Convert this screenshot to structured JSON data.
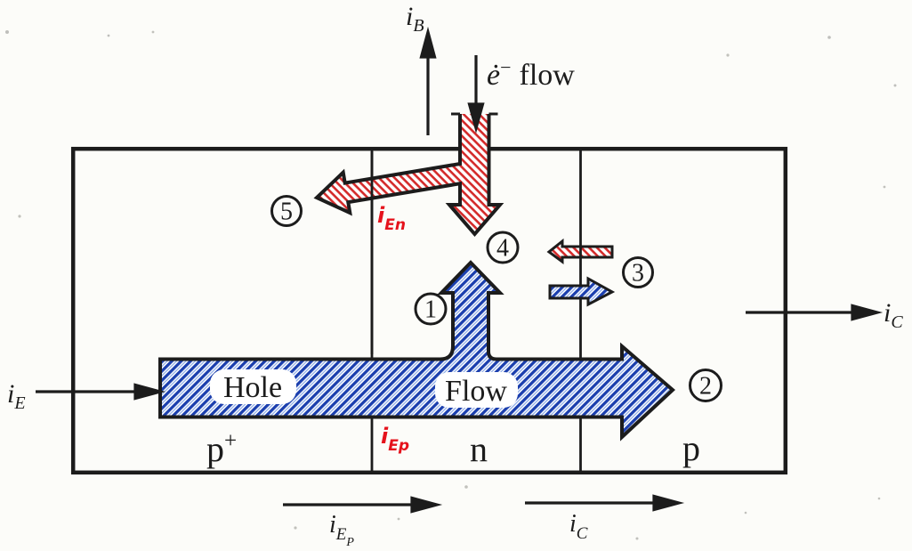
{
  "colors": {
    "ink": "#1c1c1c",
    "blue": "#1b3fae",
    "blue_light": "#6d93e0",
    "red": "#d42a2a",
    "handwriting_red": "#e5121c",
    "background": "#fcfcf9",
    "white": "#ffffff"
  },
  "terminal_labels": {
    "i_b": {
      "base": "i",
      "sub": "B"
    },
    "i_e": {
      "base": "i",
      "sub": "E"
    },
    "i_c": {
      "base": "i",
      "sub": "C"
    }
  },
  "top": {
    "electron_flow": {
      "e": "ė",
      "sup": "−",
      "word": "flow"
    }
  },
  "bottom_labels": {
    "i_ep": {
      "base": "i",
      "sub": "E",
      "subsub": "P"
    },
    "i_c": {
      "base": "i",
      "sub": "C"
    }
  },
  "handwritten": {
    "i_en": {
      "base": "i",
      "sub": "En"
    },
    "i_ep": {
      "base": "i",
      "sub": "Ep"
    }
  },
  "flow_band": {
    "word1": "Hole",
    "word2": "Flow"
  },
  "regions": [
    {
      "label": "p",
      "sup": "+"
    },
    {
      "label": "n",
      "sup": ""
    },
    {
      "label": "p",
      "sup": ""
    }
  ],
  "markers": [
    {
      "label": "1"
    },
    {
      "label": "2"
    },
    {
      "label": "3"
    },
    {
      "label": "4"
    },
    {
      "label": "5"
    }
  ]
}
